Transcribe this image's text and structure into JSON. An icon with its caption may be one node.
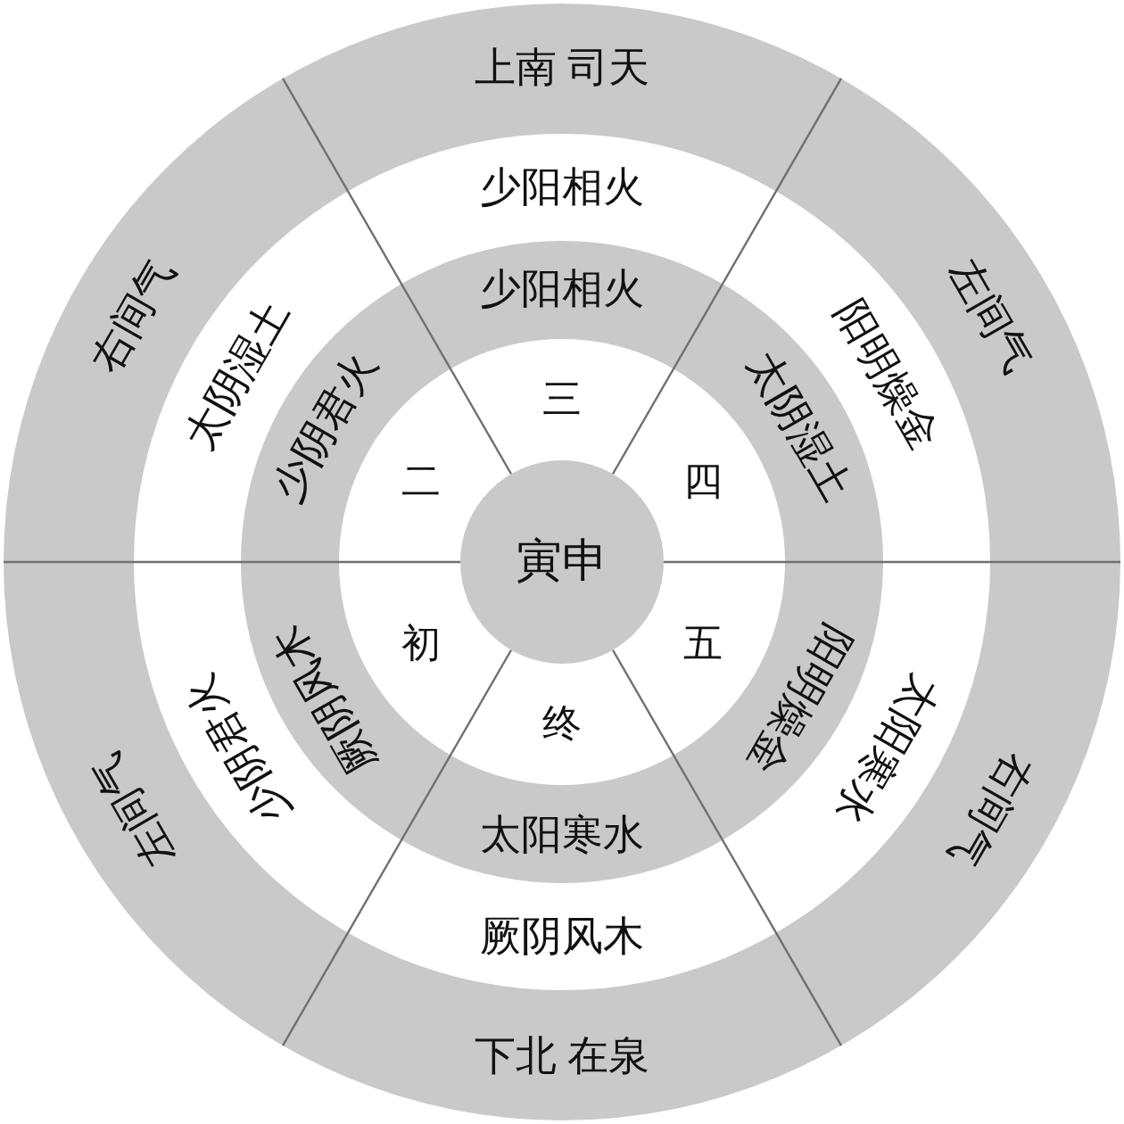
{
  "diagram": {
    "nodes": [
      {
        "text": [
          "寅申"
        ]
      },
      {
        "text": [
          "三"
        ]
      },
      {
        "text": [
          "四"
        ]
      },
      {
        "text": [
          "五"
        ]
      },
      {
        "text": [
          "终"
        ]
      },
      {
        "text": [
          "初"
        ]
      },
      {
        "text": [
          "二"
        ]
      },
      {
        "text": [
          "少阳相火"
        ]
      },
      {
        "text": [
          "太阴湿土"
        ]
      },
      {
        "text": [
          "阳明燥金"
        ]
      },
      {
        "text": [
          "太阳寒水"
        ]
      },
      {
        "text": [
          "厥阴风木"
        ]
      },
      {
        "text": [
          "少阴君火"
        ]
      },
      {
        "text": [
          "少阳相火"
        ]
      },
      {
        "text": [
          "阳明燥金"
        ]
      },
      {
        "text": [
          "太阳寒水"
        ]
      },
      {
        "text": [
          "厥阴风木"
        ]
      },
      {
        "text": [
          "少阴君火"
        ]
      },
      {
        "text": [
          "太阴湿土"
        ]
      },
      {
        "text": [
          "上南 司天"
        ]
      },
      {
        "text": [
          "左间气"
        ]
      },
      {
        "text": [
          "右间气"
        ]
      },
      {
        "text": [
          "下北 在泉"
        ]
      },
      {
        "text": [
          "左间气"
        ]
      },
      {
        "text": [
          "右间气"
        ]
      }
    ]
  }
}
